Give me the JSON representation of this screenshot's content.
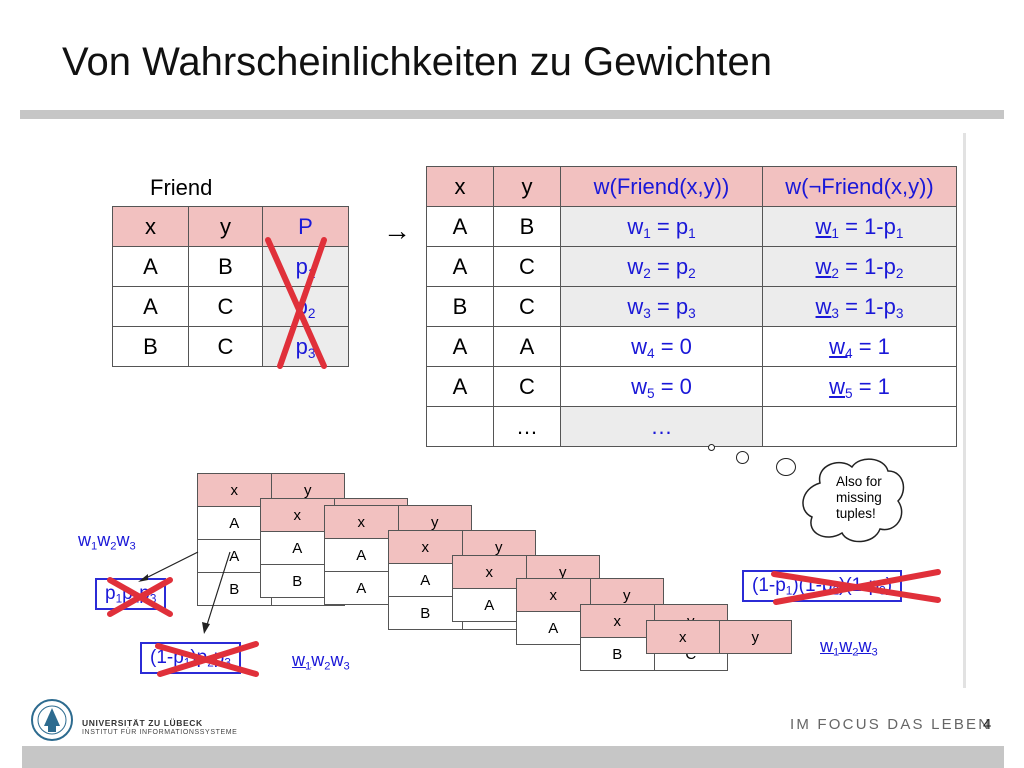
{
  "title": "Von Wahrscheinlichkeiten zu Gewichten",
  "friend_table": {
    "label": "Friend",
    "headers": [
      "x",
      "y",
      "P"
    ],
    "rows": [
      {
        "x": "A",
        "y": "B",
        "p": "p",
        "sub": "1"
      },
      {
        "x": "A",
        "y": "C",
        "p": "p",
        "sub": "2"
      },
      {
        "x": "B",
        "y": "C",
        "p": "p",
        "sub": "3"
      }
    ]
  },
  "arrow": "→",
  "weight_table": {
    "headers": [
      "x",
      "y",
      "w(Friend(x,y))",
      "w(¬Friend(x,y))"
    ],
    "rows": [
      {
        "x": "A",
        "y": "B",
        "w_pre": "w",
        "w_sub": "1",
        "w_post": " = p",
        "w_post_sub": "1",
        "nw_pre": "w",
        "nw_sub": "1",
        "nw_post": " = 1-p",
        "nw_post_sub": "1"
      },
      {
        "x": "A",
        "y": "C",
        "w_pre": "w",
        "w_sub": "2",
        "w_post": " = p",
        "w_post_sub": "2",
        "nw_pre": "w",
        "nw_sub": "2",
        "nw_post": " = 1-p",
        "nw_post_sub": "2"
      },
      {
        "x": "B",
        "y": "C",
        "w_pre": "w",
        "w_sub": "3",
        "w_post": " = p",
        "w_post_sub": "3",
        "nw_pre": "w",
        "nw_sub": "3",
        "nw_post": " = 1-p",
        "nw_post_sub": "3"
      },
      {
        "x": "A",
        "y": "A",
        "w_pre": "w",
        "w_sub": "4",
        "w_post": " = 0",
        "w_post_sub": "",
        "nw_pre": "w",
        "nw_sub": "4",
        "nw_post": " = 1",
        "nw_post_sub": ""
      },
      {
        "x": "A",
        "y": "C",
        "w_pre": "w",
        "w_sub": "5",
        "w_post": " = 0",
        "w_post_sub": "",
        "nw_pre": "w",
        "nw_sub": "5",
        "nw_post": " = 1",
        "nw_post_sub": ""
      },
      {
        "x": "",
        "y": "…",
        "w_pre": "…",
        "w_sub": "",
        "w_post": "",
        "w_post_sub": "",
        "nw_pre": "",
        "nw_sub": "",
        "nw_post": "",
        "nw_post_sub": ""
      }
    ]
  },
  "worlds": {
    "headers": [
      "x",
      "y"
    ],
    "tables": [
      {
        "rows": [
          [
            "A",
            ""
          ],
          [
            "A",
            ""
          ],
          [
            "B",
            ""
          ]
        ]
      },
      {
        "rows": [
          [
            "A",
            ""
          ],
          [
            "B",
            ""
          ]
        ]
      },
      {
        "rows": [
          [
            "A",
            ""
          ],
          [
            "A",
            ""
          ]
        ]
      },
      {
        "rows": [
          [
            "A",
            ""
          ],
          [
            "B",
            ""
          ]
        ]
      },
      {
        "rows": [
          [
            "A",
            ""
          ]
        ]
      },
      {
        "rows": [
          [
            "A",
            ""
          ]
        ]
      },
      {
        "rows": [
          [
            "B",
            "C"
          ]
        ]
      },
      {
        "rows": []
      }
    ]
  },
  "cloud": {
    "lines": [
      "Also for",
      "missing",
      "tuples!"
    ]
  },
  "products": {
    "left_top_label": {
      "parts": [
        "w",
        "1",
        "w",
        "2",
        "w",
        "3"
      ]
    },
    "box1": {
      "parts": [
        "p",
        "1",
        "p",
        "2",
        "p",
        "3"
      ]
    },
    "box2": {
      "text": "(1-p",
      "sub1": "1",
      "rest": ")p",
      "sub2": "2",
      "rest2": "p",
      "sub3": "3"
    },
    "mid_label": {
      "parts": [
        "w",
        "1",
        "w",
        "2",
        "w",
        "3"
      ]
    },
    "box3": {
      "text": "(1-p",
      "sub1": "1",
      "mid": ")(1-p",
      "sub2": "2",
      "mid2": ")(1-p",
      "sub3": "3",
      "end": ")"
    },
    "right_label": {
      "parts": [
        "w",
        "1",
        "w",
        "2",
        "w",
        "3"
      ]
    }
  },
  "footer": {
    "university": "UNIVERSITÄT ZU LÜBECK",
    "institute": "INSTITUT FÜR INFORMATIONSSYSTEME",
    "slogan": "IM FOCUS DAS LEBEN",
    "page_number": "4"
  },
  "colors": {
    "header_fill": "#f2c1c0",
    "cell_fill": "#ececec",
    "blue": "#1a18d8",
    "cross": "#e0303a"
  }
}
